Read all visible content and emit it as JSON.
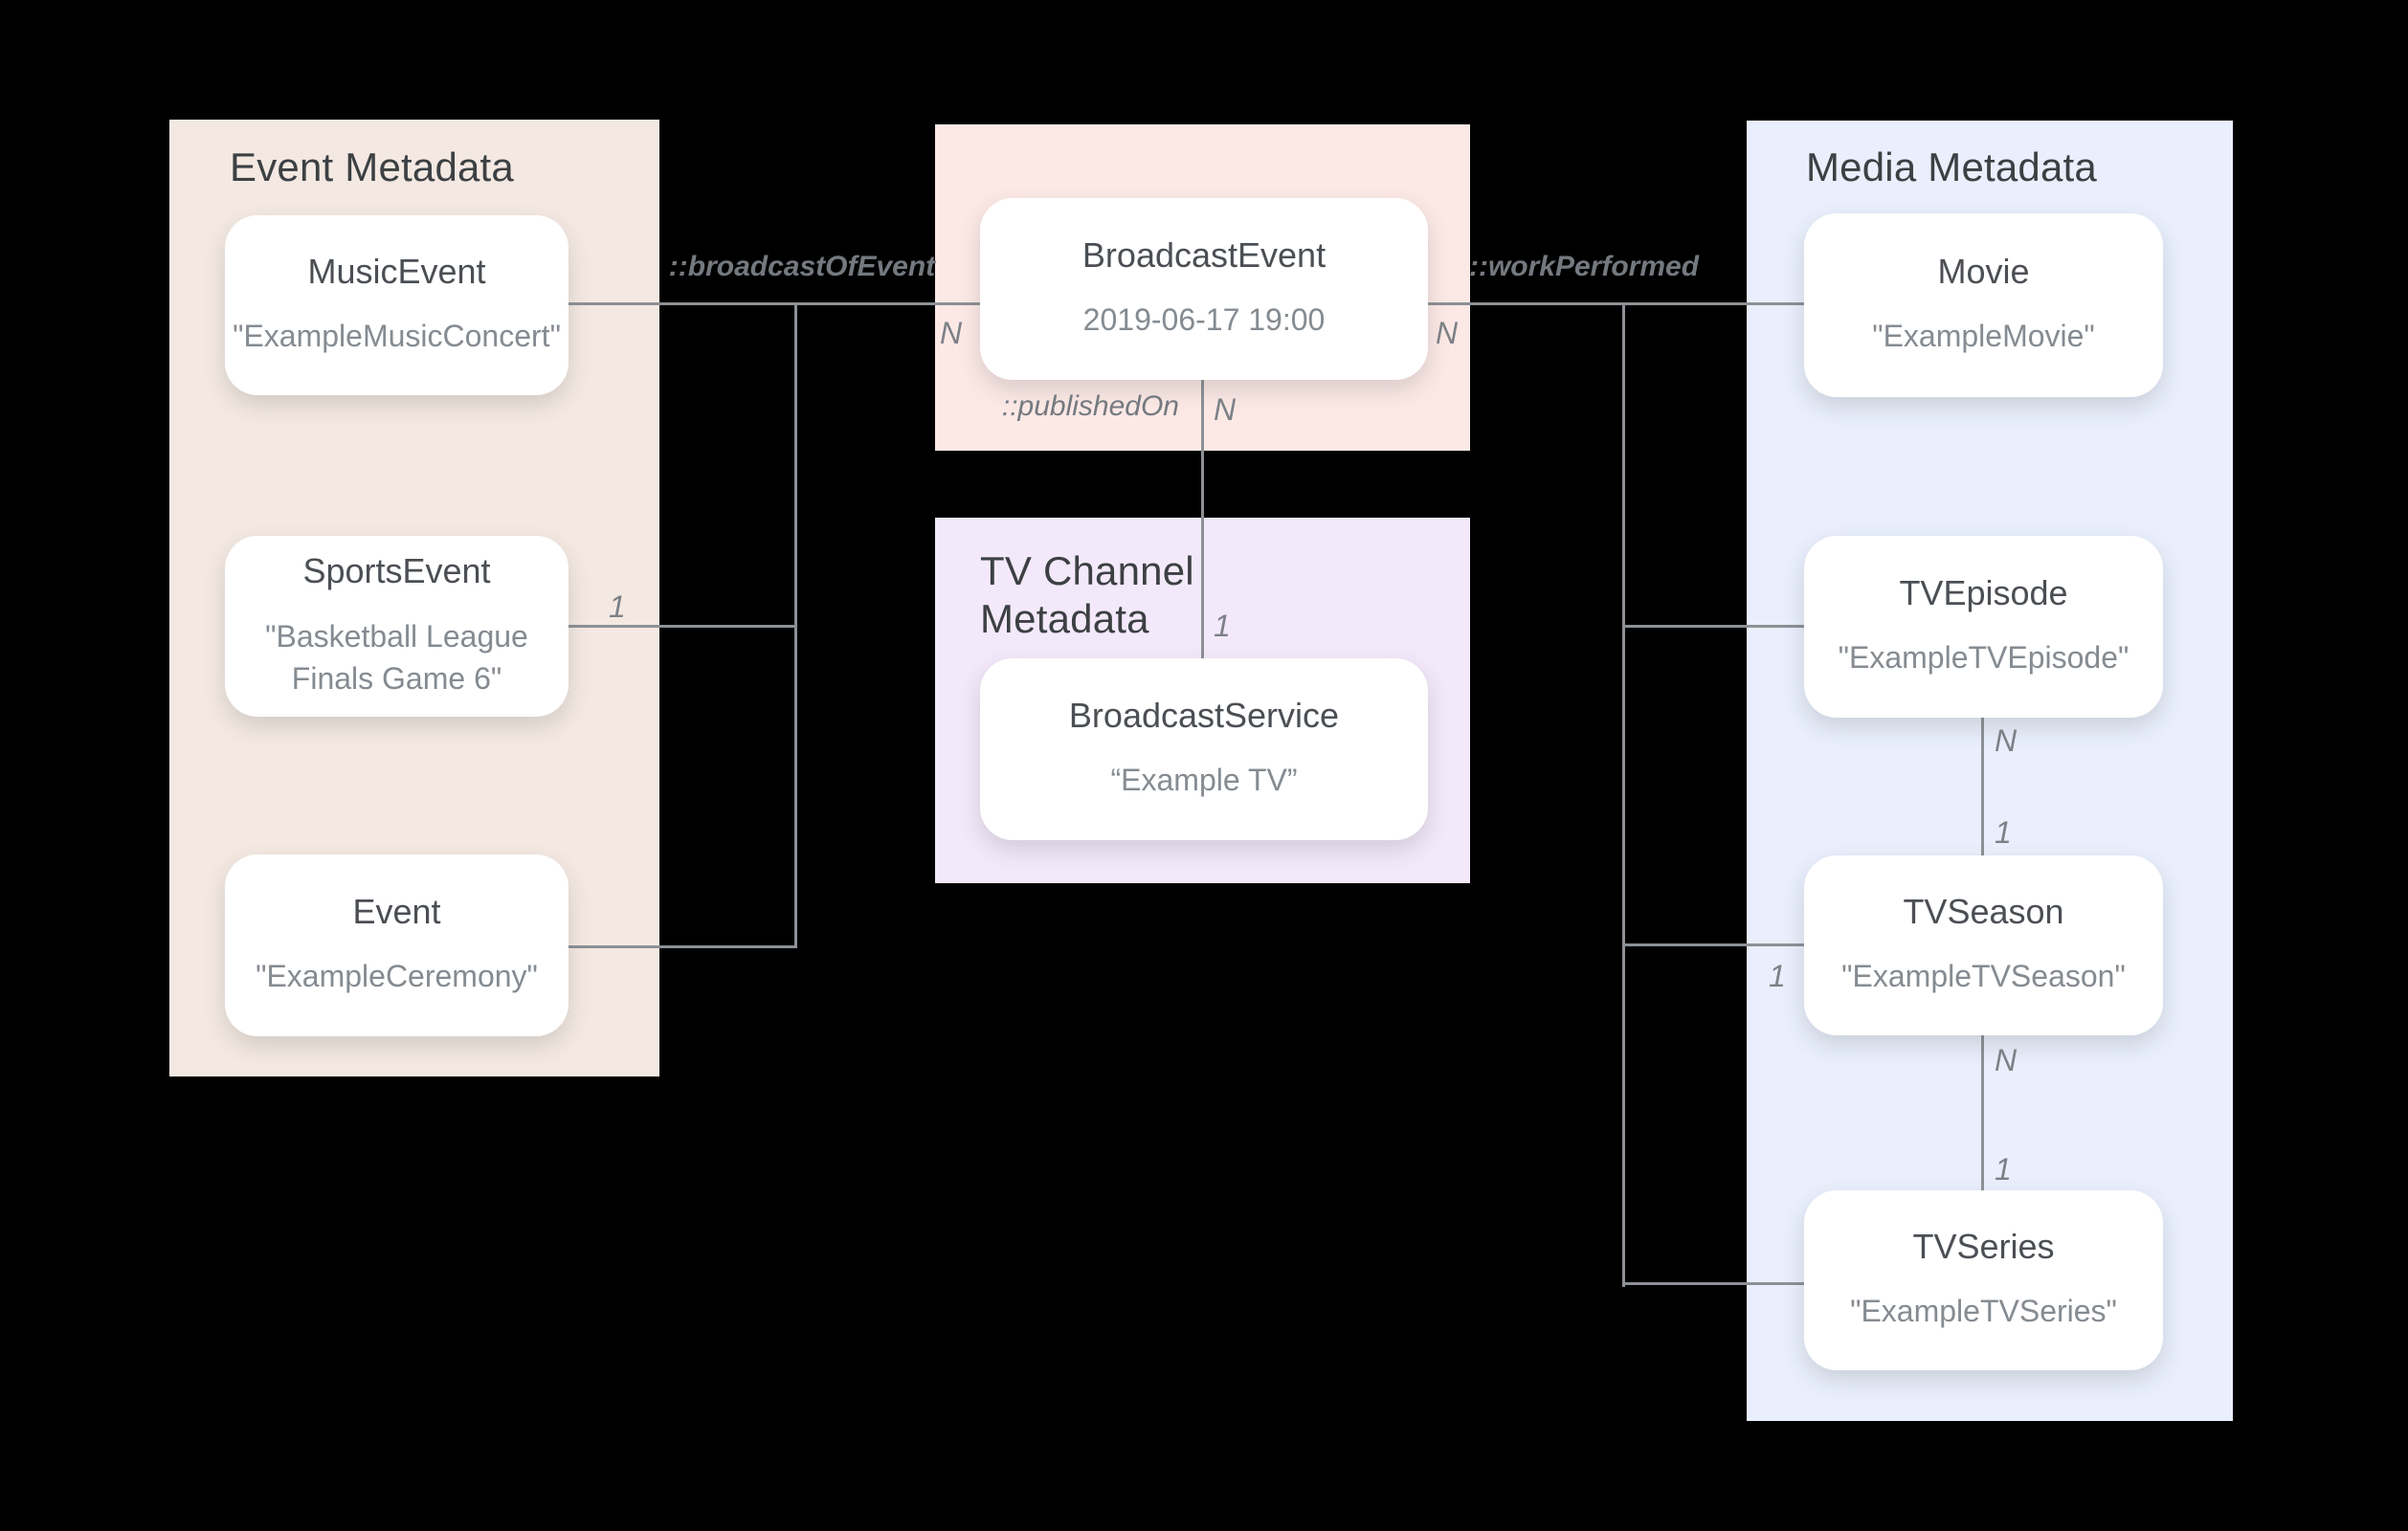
{
  "diagram": {
    "background": "#000000",
    "groups": [
      {
        "title": "Event Metadata",
        "color": "#f4e9e2",
        "entities": [
          {
            "name": "MusicEvent",
            "value": "\"ExampleMusicConcert\""
          },
          {
            "name": "SportsEvent",
            "value": "\"Basketball League Finals Game 6\""
          },
          {
            "name": "Event",
            "value": "\"ExampleCeremony\""
          }
        ]
      },
      {
        "title": "",
        "color": "#fce9e6",
        "entities": [
          {
            "name": "BroadcastEvent",
            "value": "2019-06-17 19:00"
          }
        ]
      },
      {
        "title": "TV Channel Metadata",
        "color": "#f3e9fa",
        "entities": [
          {
            "name": "BroadcastService",
            "value": "“Example TV”"
          }
        ]
      },
      {
        "title": "Media Metadata",
        "color": "#e9effc",
        "entities": [
          {
            "name": "Movie",
            "value": "\"ExampleMovie\""
          },
          {
            "name": "TVEpisode",
            "value": "\"ExampleTVEpisode\""
          },
          {
            "name": "TVSeason",
            "value": "\"ExampleTVSeason\""
          },
          {
            "name": "TVSeries",
            "value": "\"ExampleTVSeries\""
          }
        ]
      }
    ],
    "relationships": [
      {
        "label": "::broadcastOfEvent"
      },
      {
        "label": "::workPerformed"
      },
      {
        "label": "::publishedOn"
      }
    ],
    "cardinalities": [
      {
        "id": "broadcastevent-left",
        "text": "N"
      },
      {
        "id": "broadcastevent-right",
        "text": "N"
      },
      {
        "id": "publishedon-top",
        "text": "N"
      },
      {
        "id": "broadcastservice-top",
        "text": "1"
      },
      {
        "id": "sportsevent-right",
        "text": "1"
      },
      {
        "id": "tvepisode-bottom",
        "text": "N"
      },
      {
        "id": "tvseason-top",
        "text": "1"
      },
      {
        "id": "tvseason-left",
        "text": "1"
      },
      {
        "id": "tvseason-bottom",
        "text": "N"
      },
      {
        "id": "tvseries-top",
        "text": "1"
      }
    ],
    "colors": {
      "line": "#8d9196",
      "section_title": "#3c4043",
      "entity_title": "#4b4f54",
      "entity_value": "#858b91",
      "label": "#7c8187"
    }
  }
}
